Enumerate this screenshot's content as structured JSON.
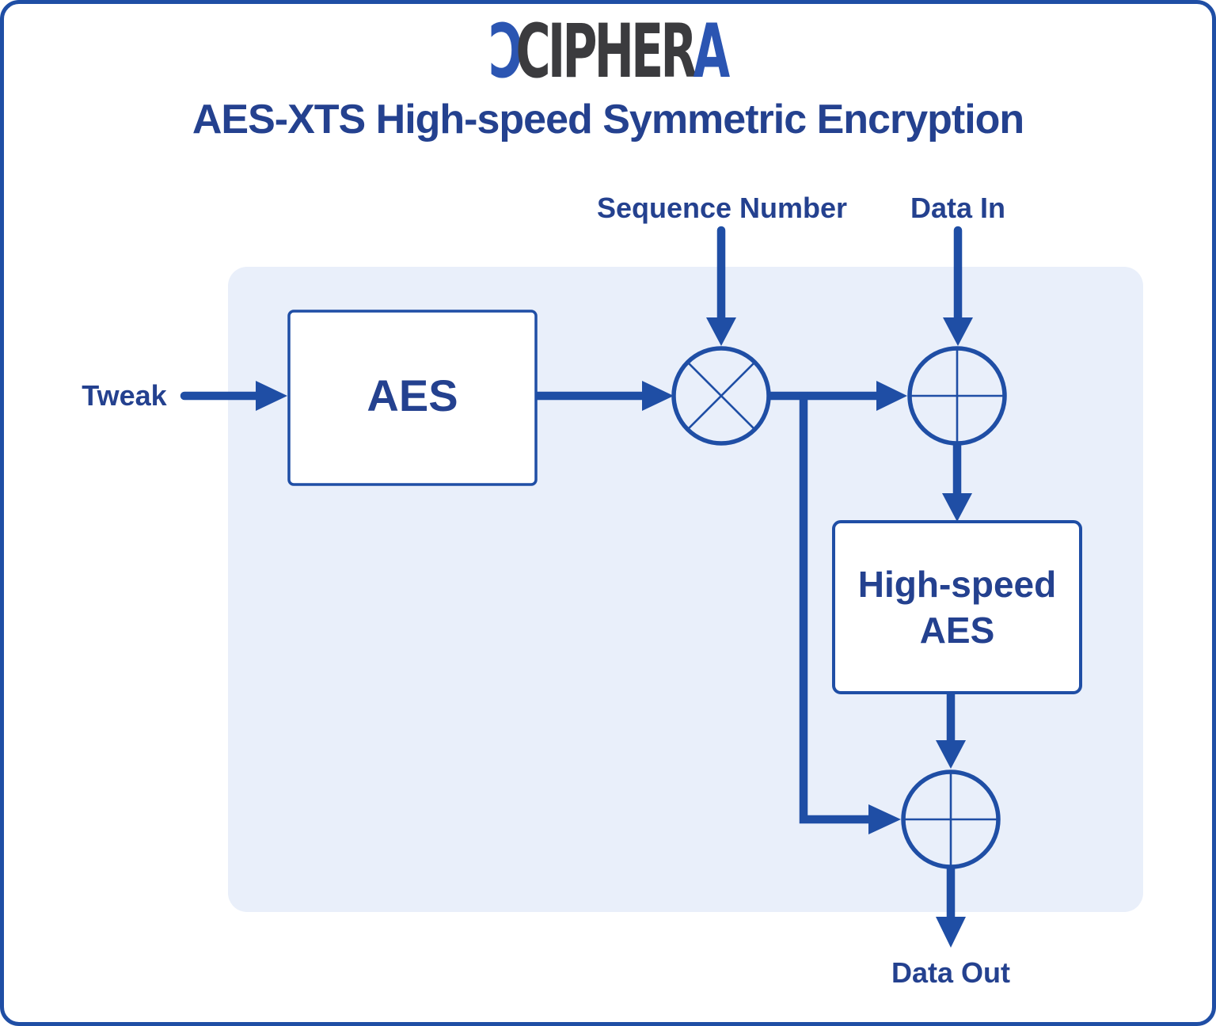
{
  "logo": {
    "glyph_open_c": "Ɔ",
    "word_mid": "CIPHER",
    "glyph_a": "A"
  },
  "title": "AES-XTS High-speed Symmetric Encryption",
  "diagram": {
    "inputs": {
      "tweak": "Tweak",
      "sequence_number": "Sequence Number",
      "data_in": "Data In"
    },
    "output": {
      "data_out": "Data Out"
    },
    "blocks": {
      "aes": "AES",
      "high_speed_aes_line1": "High-speed",
      "high_speed_aes_line2": "AES"
    },
    "operators": {
      "multiply": "⊗",
      "xor_top": "⊕",
      "xor_bottom": "⊕"
    }
  },
  "colors": {
    "stroke_blue": "#1F4EA5",
    "text_blue": "#24418F",
    "logo_blue": "#2B55B2",
    "logo_dark": "#3B3B3E",
    "panel_bg": "#E9EFFA",
    "canvas_bg": "#FFFFFF"
  }
}
